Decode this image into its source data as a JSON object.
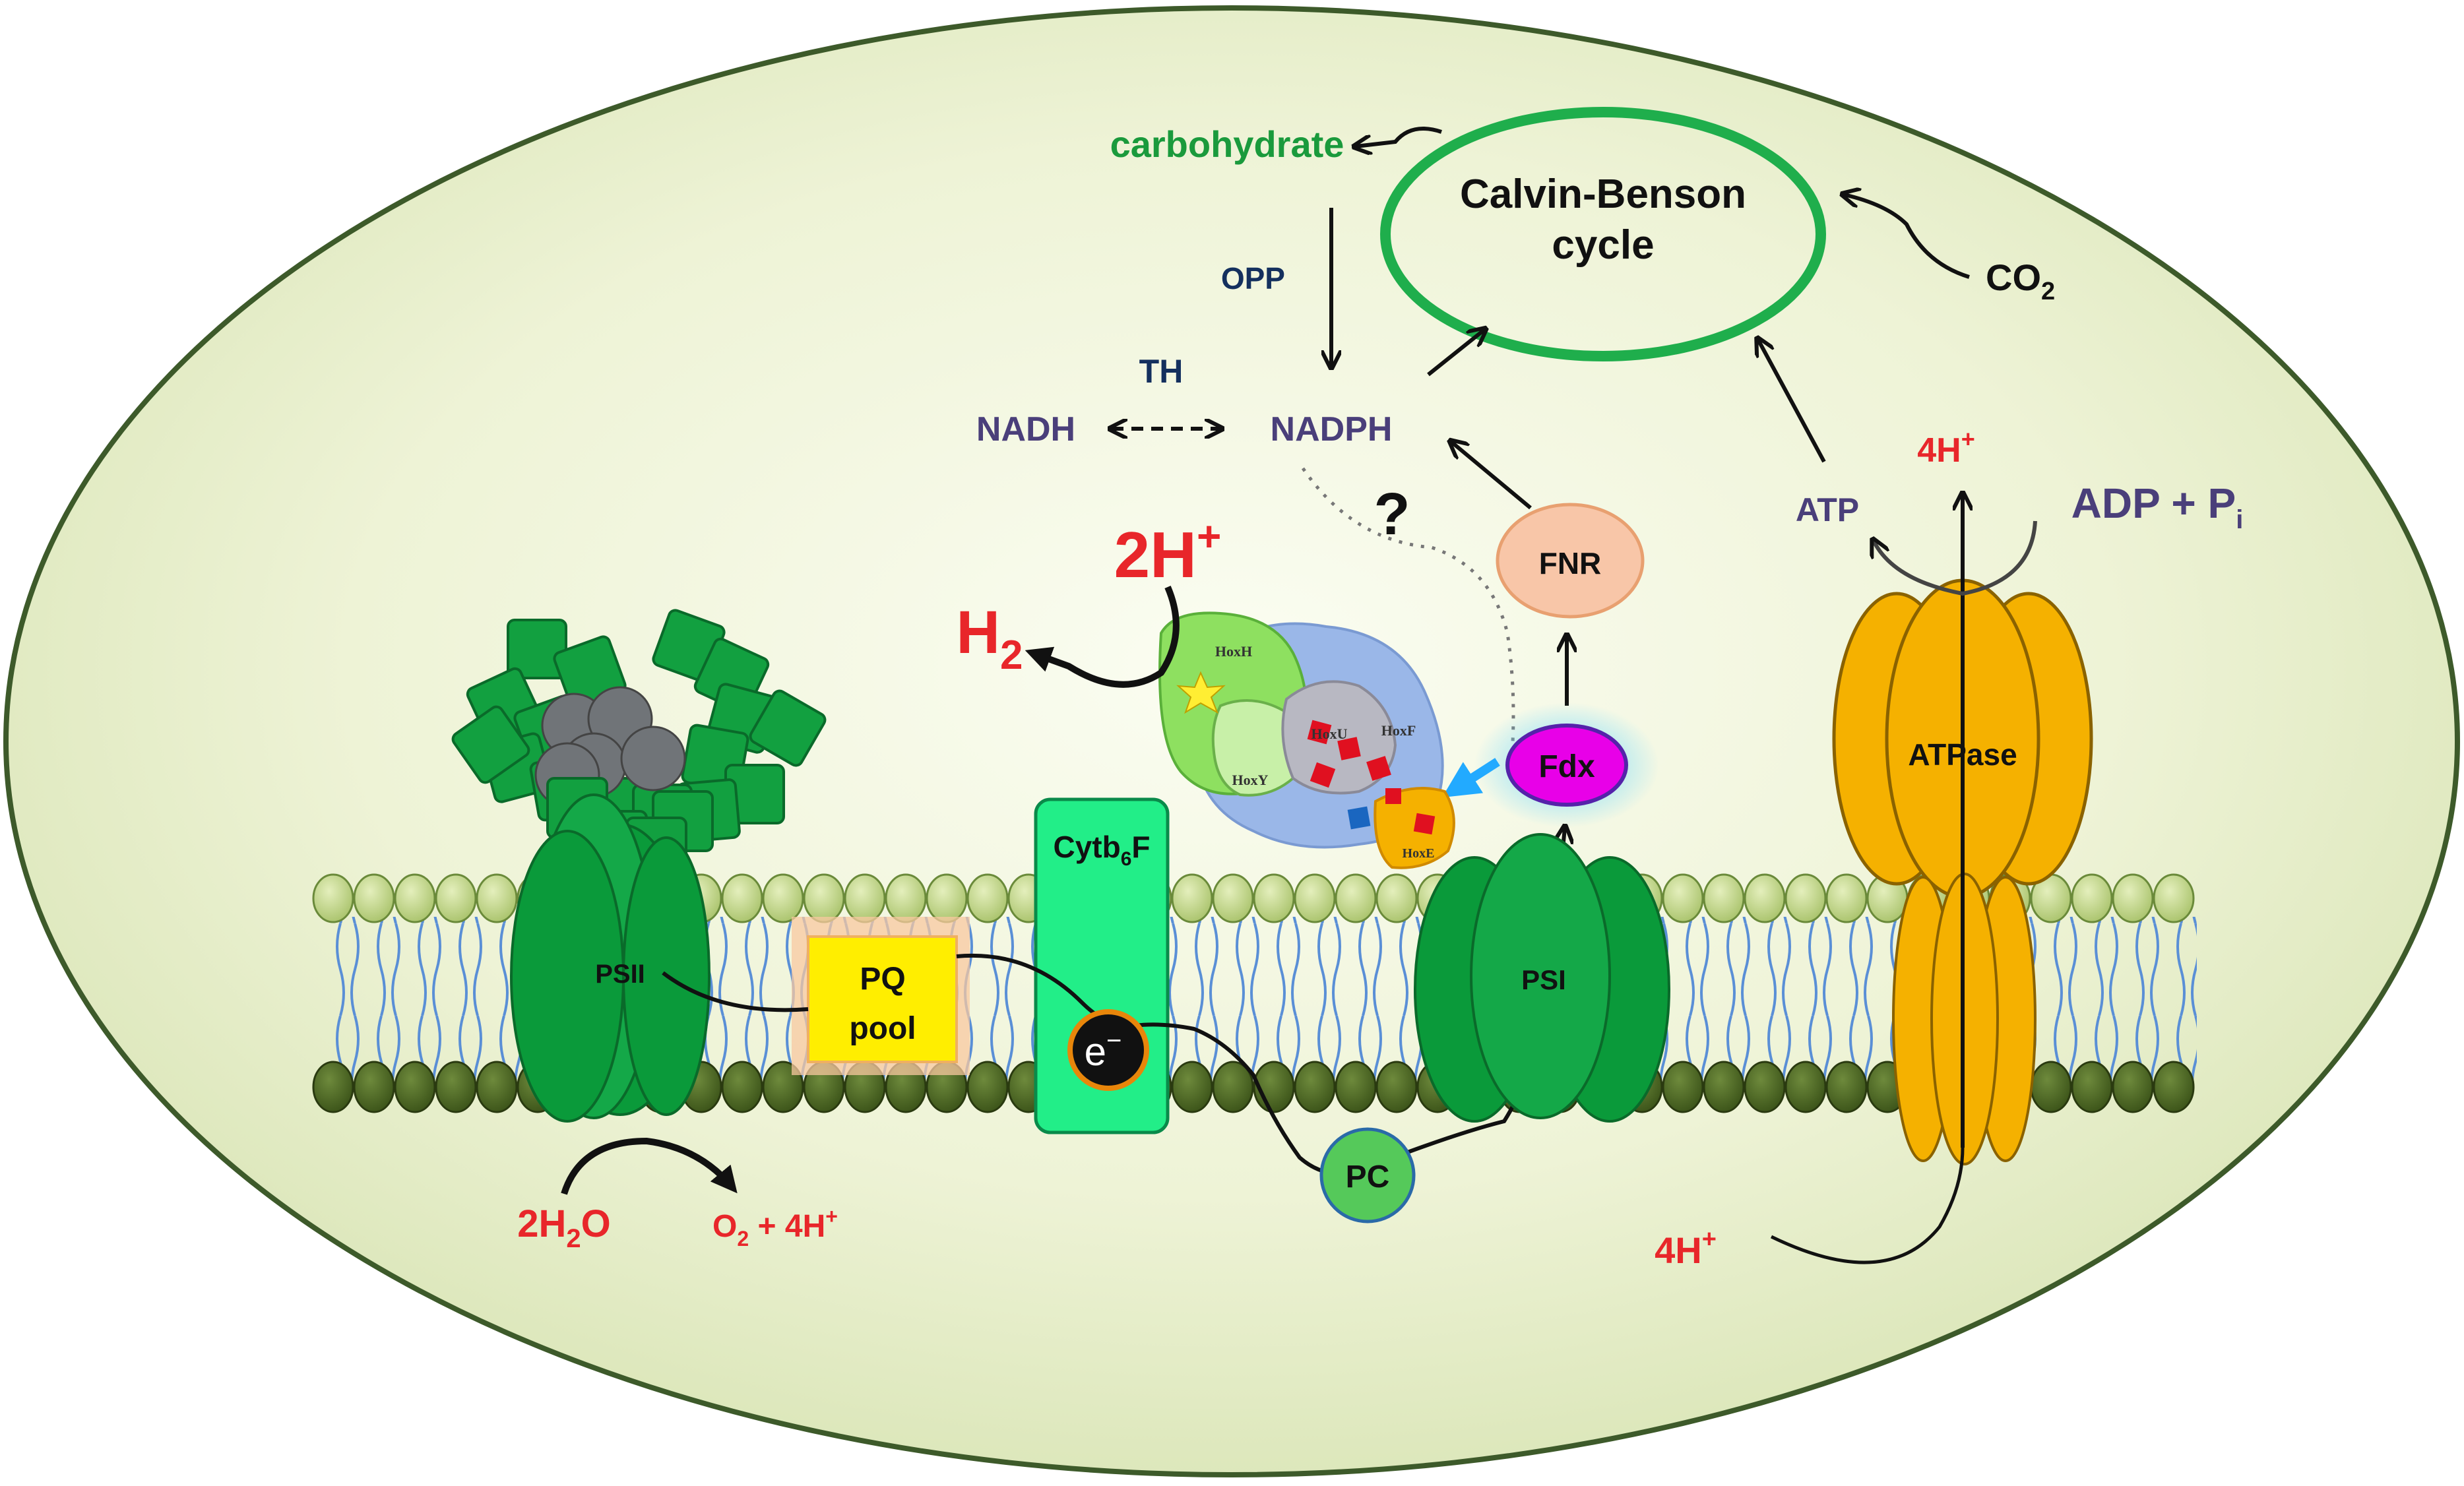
{
  "colors": {
    "green_text": "#1a9a3c",
    "red_text": "#e8262a",
    "navy_text": "#14305e",
    "purple_text": "#4a3f7a",
    "dark_green_protein": "#0a9a3a",
    "atpase": "#f5b100",
    "cytb6f": "#22ee88",
    "pq_pool": "#ffee00",
    "fnr": "#f8c6a8",
    "fdx": "#e800e8",
    "pc": "#55c95a"
  },
  "labels": {
    "carbohydrate": "carbohydrate",
    "calvin_line1": "Calvin-Benson",
    "calvin_line2": "cycle",
    "co2_main": "CO",
    "co2_sub": "2",
    "opp": "OPP",
    "th": "TH",
    "nadh": "NADH",
    "nadph": "NADPH",
    "question": "?",
    "fnr": "FNR",
    "fdx": "Fdx",
    "atp": "ATP",
    "adp_main": "ADP + P",
    "adp_sub": "i",
    "h4_top_main": "4H",
    "h4_top_sup": "+",
    "h2plus_main": "2H",
    "h2plus_sup": "+",
    "h2_main": "H",
    "h2_sub": "2",
    "hoxH": "HoxH",
    "hoxU": "HoxU",
    "hoxF": "HoxF",
    "hoxY": "HoxY",
    "hoxE": "HoxE",
    "cyt_main": "Cytb",
    "cyt_sub": "6",
    "cyt_end": "F",
    "atpase": "ATPase",
    "psii": "PSII",
    "pq_line1": "PQ",
    "pq_line2": "pool",
    "electron_main": "e",
    "electron_sup": "−",
    "psi": "PSI",
    "pc": "PC",
    "water_a": "2H",
    "water_sub": "2",
    "water_b": "O",
    "o2_a": "O",
    "o2_sub": "2",
    "o2_b": " + 4H",
    "o2_sup": "+",
    "h4_bottom_main": "4H",
    "h4_bottom_sup": "+"
  }
}
